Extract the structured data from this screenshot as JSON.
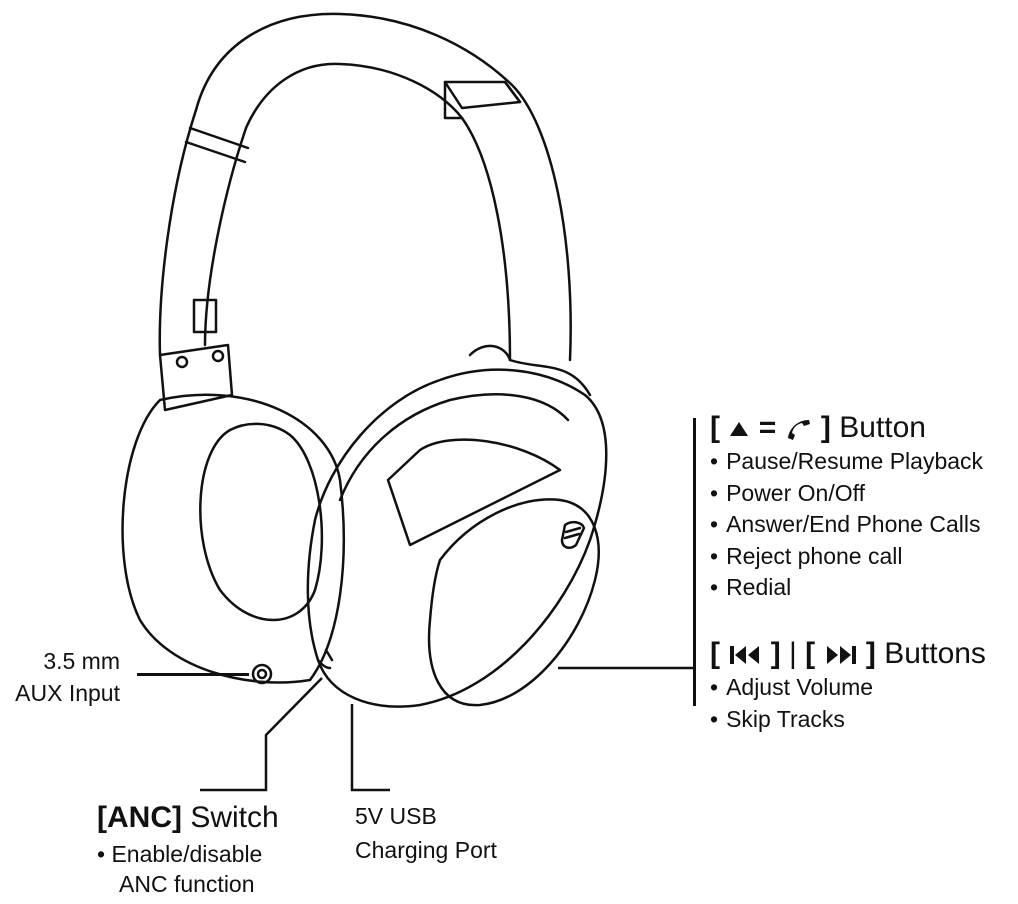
{
  "colors": {
    "line": "#111111",
    "background": "#ffffff"
  },
  "labels": {
    "aux": {
      "line1": "3.5 mm",
      "line2": "AUX Input"
    },
    "anc": {
      "bracket": "[ANC]",
      "title": "Switch",
      "bullet": "Enable/disable",
      "bullet_cont": "ANC function"
    },
    "usb": {
      "line1": "5V USB",
      "line2": "Charging Port"
    },
    "multi_button": {
      "icons": [
        "play-pause-icon",
        "phone-icon"
      ],
      "open": "[",
      "equals": "=",
      "close": "]",
      "title": "Button",
      "items": [
        "Pause/Resume Playback",
        "Power On/Off",
        "Answer/End Phone Calls",
        "Reject phone call",
        "Redial"
      ]
    },
    "track_buttons": {
      "icons": [
        "previous-track-icon",
        "next-track-icon"
      ],
      "open1": "[",
      "close1": "]",
      "separator": "|",
      "open2": "[",
      "close2": "]",
      "title": "Buttons",
      "items": [
        "Adjust Volume",
        "Skip Tracks"
      ]
    }
  }
}
